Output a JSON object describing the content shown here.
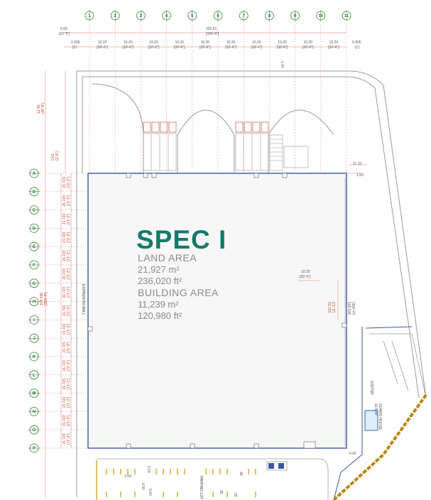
{
  "title": "SPEC I",
  "land_area": {
    "label": "LAND AREA",
    "m2": "21,927 m²",
    "ft2": "236,020 ft²"
  },
  "building_area": {
    "label": "BUILDING AREA",
    "m2": "11,239 m²",
    "ft2": "120,980 ft²"
  },
  "column_grid": [
    "1",
    "2",
    "3",
    "4",
    "5",
    "6",
    "7",
    "8",
    "9",
    "10",
    "11"
  ],
  "row_grid": [
    "A",
    "B",
    "C",
    "D",
    "E",
    "F",
    "G",
    "H",
    "I",
    "J",
    "K",
    "L",
    "M",
    "N",
    "O",
    "P"
  ],
  "top_dims": {
    "overall_m": "102.61",
    "overall_ft": "[336'-8\"]",
    "left_m": "5.00",
    "left_ft": "[16'-5\"]",
    "edge_m": "0.305",
    "edge_ft": "[1']",
    "bay_m": "10.20",
    "bay_ft": "[33'-6\"]",
    "bay_count": 10
  },
  "side_dims": {
    "bay_m": "21.723",
    "bay_ft": "[71'-3\"]",
    "overall_m": "109.536",
    "overall_ft": "[359'-4\"]",
    "top_m": "12.40",
    "top_ft": "[40'-8\"]",
    "edge_m": "0.61",
    "edge_ft": "[2'-0\"]"
  },
  "right_dims": [
    "1.00",
    "11.10",
    "1.50",
    "6.92"
  ],
  "parking_dims": [
    "2.50",
    "5.00",
    "6.00",
    "6.00"
  ],
  "inner_dims": {
    "bay_m": "10.20",
    "bay_ft": "[33'-6\"]",
    "depth_m": "21.723",
    "depth_ft": "[71'-3\"]"
  },
  "labels": {
    "expansion_wall": "EXPANSION WALL",
    "visitor": "VISITOR",
    "guard_house": "GUARD HOUSE",
    "guard_area": "10.5 m²",
    "parking": "PARKING LOT",
    "parking_count": "30",
    "parking_count2": "20",
    "stall_count": "30"
  },
  "colors": {
    "accent": "#127a6a",
    "building_outline": "#3a56a6",
    "dimension_red": "#c0392b",
    "grid_green": "#2e7d32",
    "fence": "#b8860b"
  }
}
